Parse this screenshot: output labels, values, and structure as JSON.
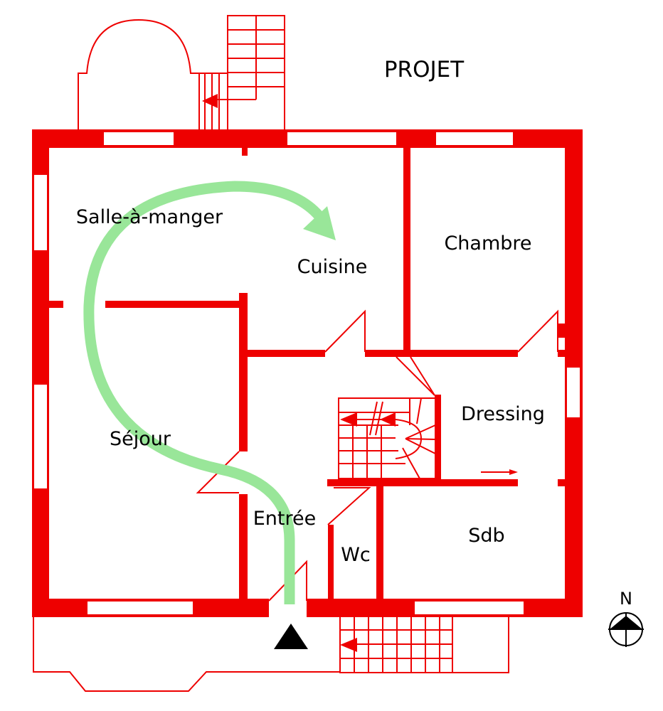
{
  "title": "PROJET",
  "north_label": "N",
  "colors": {
    "wall": "#ee0000",
    "circulation_arrow": "#99e699",
    "entrance_marker": "#000000",
    "background": "#ffffff"
  },
  "rooms": {
    "salle_a_manger": "Salle-à-manger",
    "cuisine": "Cuisine",
    "chambre": "Chambre",
    "sejour": "Séjour",
    "dressing": "Dressing",
    "entree": "Entrée",
    "wc": "Wc",
    "sdb": "Sdb"
  }
}
